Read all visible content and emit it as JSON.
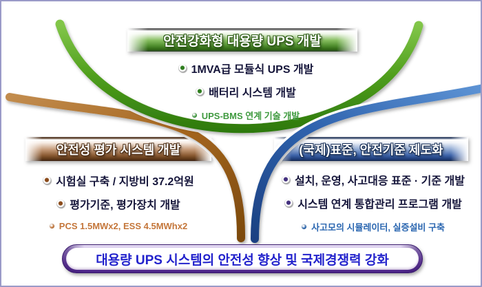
{
  "frame": {
    "background": "#ffffff",
    "border_color": "#9a9ac8"
  },
  "top_section": {
    "banner_label": "안전강화형 대용량 UPS 개발",
    "items": [
      {
        "label": "1MVA급 모듈식 UPS 개발"
      },
      {
        "label": "배터리 시스템 개발"
      }
    ],
    "sub_item": {
      "label": "UPS-BMS 연계 기술 개발"
    },
    "accent_color": "#3f9a3f",
    "ribbon_color": "#4f9e1c"
  },
  "left_section": {
    "banner_label": "안전성 평가 시스템 개발",
    "items": [
      {
        "label": "시험실 구축 / 지방비 37.2억원"
      },
      {
        "label": "평가기준, 평가장치 개발"
      }
    ],
    "sub_item": {
      "label": "PCS 1.5MWx2, ESS 4.5MWhx2"
    },
    "accent_color": "#c4763a",
    "ribbon_color": "#a4651e"
  },
  "right_section": {
    "banner_label": "(국제)표준, 안전기준 제도화",
    "items": [
      {
        "label": "설치, 운영, 사고대응 표준 · 기준 개발"
      },
      {
        "label": "시스템 연계 통합관리 프로그램 개발"
      }
    ],
    "sub_item": {
      "label": "사고모의 시뮬레이터, 실증설비 구축"
    },
    "accent_color": "#2a66b0",
    "ribbon_color": "#2f63ae"
  },
  "bottom_banner": {
    "label": "대용량 UPS 시스템의 안전성 향상 및 국제경쟁력 강화",
    "text_color": "#2222cc",
    "ring_color": "#7b4cb1"
  }
}
